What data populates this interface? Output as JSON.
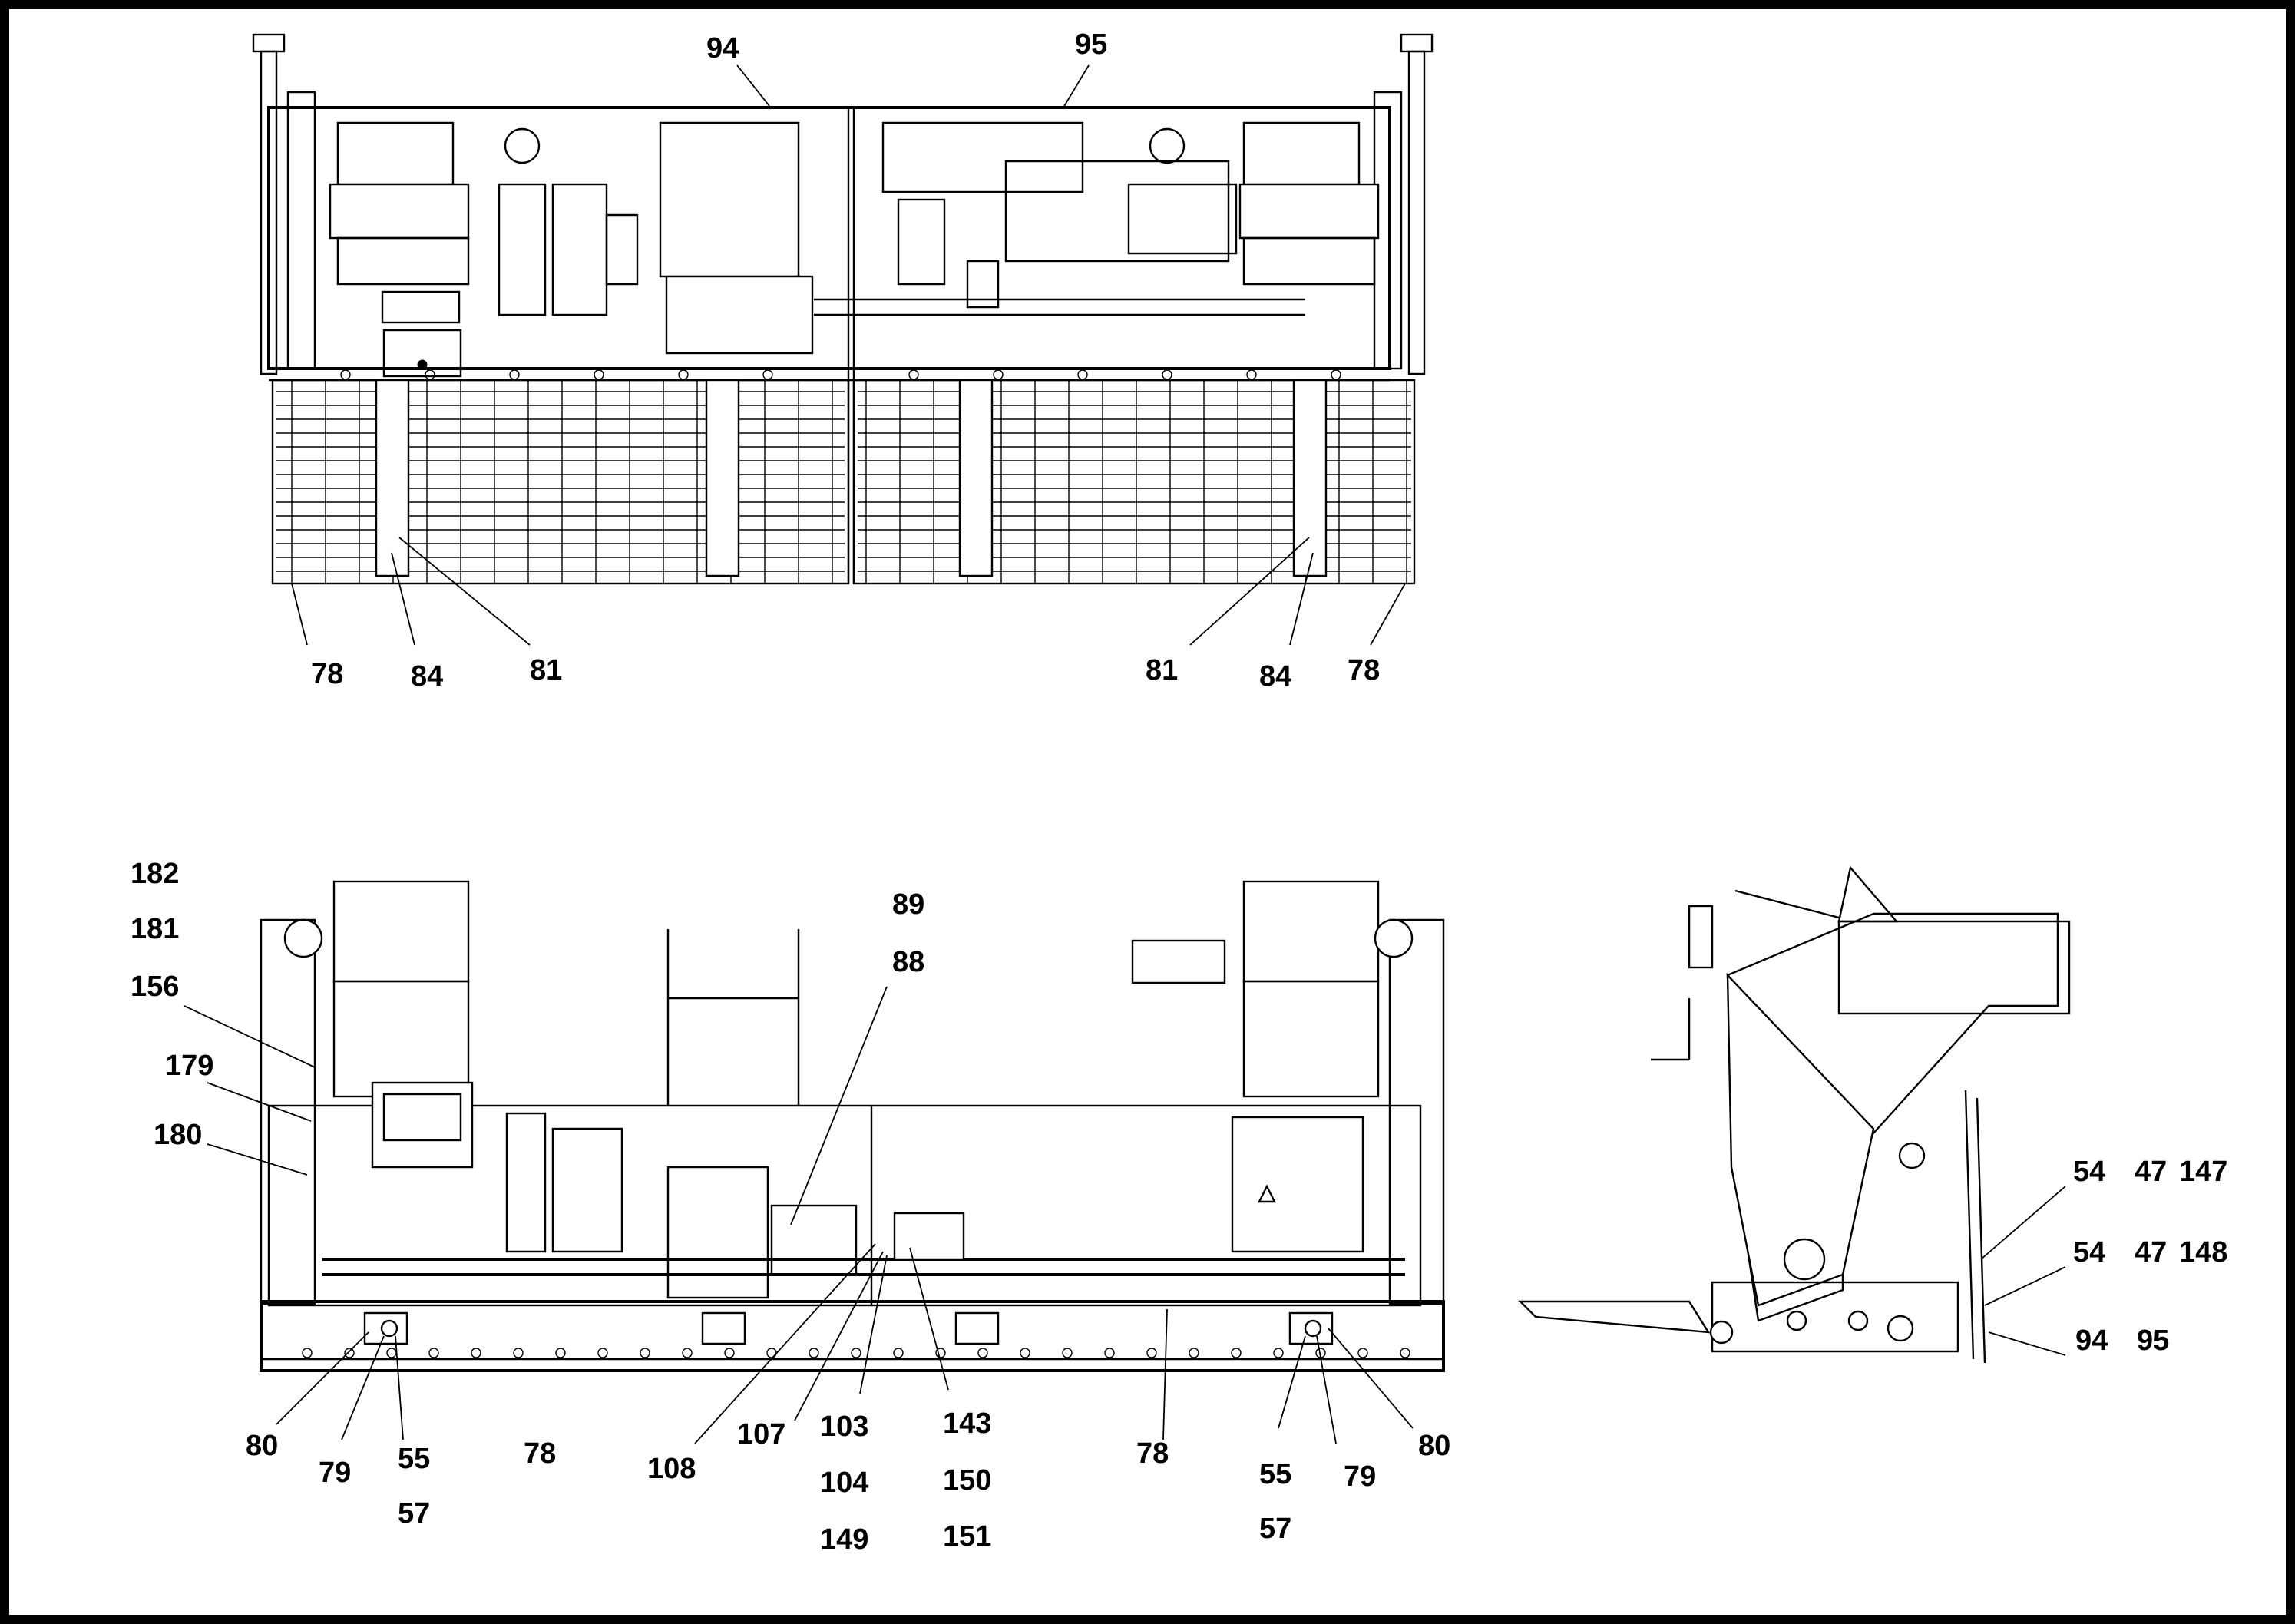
{
  "callouts": {
    "c94_top": "94",
    "c95_top": "95",
    "c78_tl": "78",
    "c84_tl": "84",
    "c81_tl": "81",
    "c81_tr": "81",
    "c84_tr": "84",
    "c78_tr": "78",
    "c182": "182",
    "c181": "181",
    "c156": "156",
    "c179": "179",
    "c180": "180",
    "c89": "89",
    "c88": "88",
    "c80_l": "80",
    "c79_l": "79",
    "c55_l": "55",
    "c57_l": "57",
    "c78_bl": "78",
    "c108": "108",
    "c107": "107",
    "c103": "103",
    "c104": "104",
    "c149": "149",
    "c143": "143",
    "c150": "150",
    "c151": "151",
    "c78_br": "78",
    "c55_r": "55",
    "c57_r": "57",
    "c79_r": "79",
    "c80_r": "80",
    "c54_a": "54",
    "c47_a": "47",
    "c147": "147",
    "c54_b": "54",
    "c47_b": "47",
    "c148": "148",
    "c94_side": "94",
    "c95_side": "95"
  }
}
